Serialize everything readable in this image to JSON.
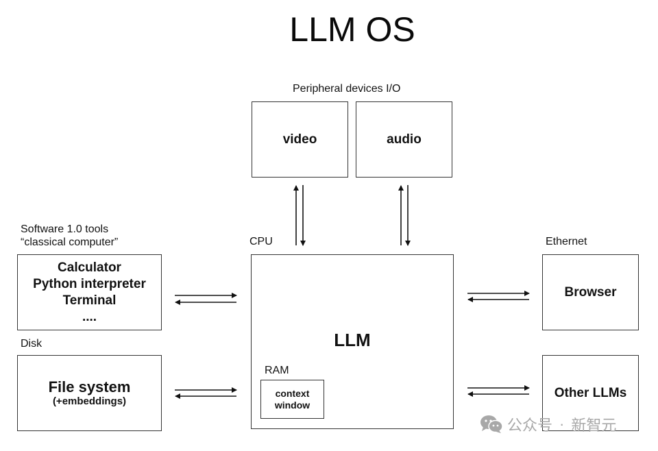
{
  "title": "LLM OS",
  "peripheral": {
    "label": "Peripheral devices I/O",
    "video": "video",
    "audio": "audio"
  },
  "software": {
    "label_line1": "Software 1.0 tools",
    "label_line2": "“classical computer”",
    "items": [
      "Calculator",
      "Python interpreter",
      "Terminal",
      "...."
    ]
  },
  "disk": {
    "label": "Disk",
    "main": "File system",
    "sub": "(+embeddings)"
  },
  "cpu": {
    "label": "CPU",
    "center": "LLM",
    "ram_label": "RAM",
    "ram_line1": "context",
    "ram_line2": "window"
  },
  "ethernet": {
    "label": "Ethernet",
    "browser": "Browser",
    "other": "Other LLMs"
  },
  "watermark": {
    "icon": "wechat-icon",
    "text": "公众号",
    "separator": "·",
    "brand": "新智元",
    "color": "#a8a8a8"
  }
}
